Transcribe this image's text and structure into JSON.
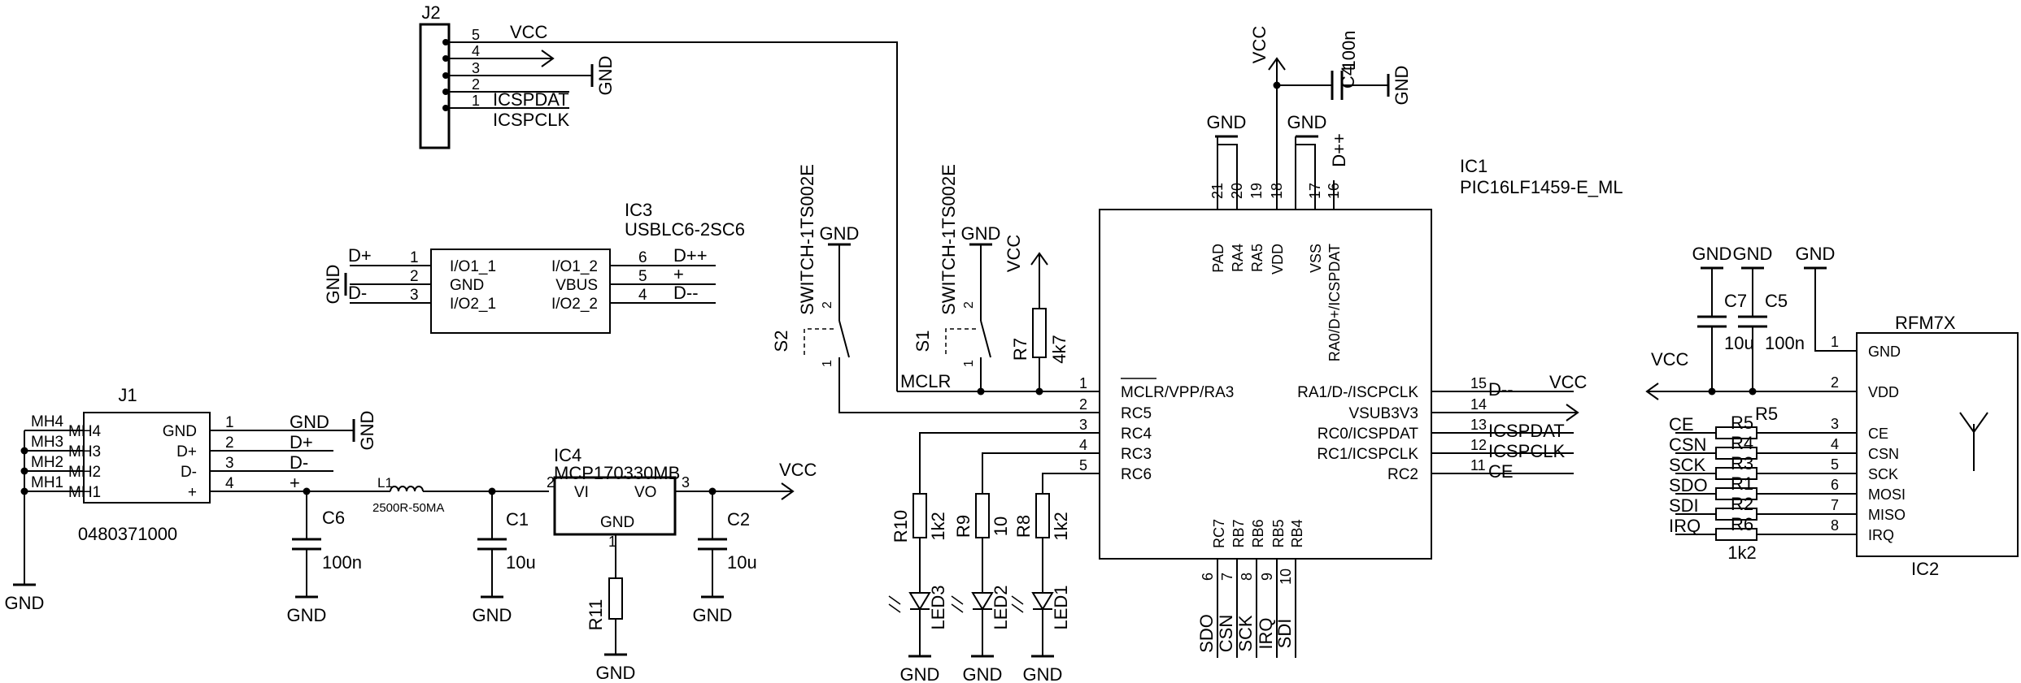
{
  "j2": {
    "name": "J2",
    "pins": [
      "5",
      "4",
      "3",
      "2",
      "1"
    ],
    "vcc": "VCC",
    "gnd": "GND",
    "icspdat": "ICSPDAT",
    "icspclk": "ICSPCLK"
  },
  "ic3": {
    "name": "IC3",
    "part": "USBLC6-2SC6",
    "left_pins": [
      {
        "num": "1",
        "name": "I/O1_1",
        "net": "D+"
      },
      {
        "num": "2",
        "name": "GND",
        "net": ""
      },
      {
        "num": "3",
        "name": "I/O2_1",
        "net": "D-"
      }
    ],
    "right_pins": [
      {
        "num": "6",
        "name": "I/O1_2",
        "net": "D++"
      },
      {
        "num": "5",
        "name": "VBUS",
        "net": "+"
      },
      {
        "num": "4",
        "name": "I/O2_2",
        "net": "D--"
      }
    ],
    "gnd": "GND"
  },
  "j1": {
    "name": "J1",
    "part": "0480371000",
    "outside": [
      "MH4",
      "MH3",
      "MH2",
      "MH1"
    ],
    "inside": [
      "MH4",
      "MH3",
      "MH2",
      "MH1"
    ],
    "pins": [
      {
        "name": "GND",
        "num": "1",
        "net": "GND"
      },
      {
        "name": "D+",
        "num": "2",
        "net": "D+"
      },
      {
        "name": "D-",
        "num": "3",
        "net": "D-"
      },
      {
        "name": "+",
        "num": "4",
        "net": "+"
      }
    ],
    "gnd": "GND"
  },
  "power": {
    "l1": "L1",
    "l1_value": "2500R-50MA",
    "c6": "C6",
    "c6_value": "100n",
    "c1": "C1",
    "c1_value": "10u",
    "c2": "C2",
    "c2_value": "10u",
    "vcc": "VCC",
    "gnd": "GND"
  },
  "ic4": {
    "name": "IC4",
    "part": "MCP170330MB",
    "vi": "VI",
    "vo": "VO",
    "gnd_label": "GND",
    "pin_vi": "2",
    "pin_vo": "3",
    "pin_gnd": "1",
    "r11": "R11",
    "gnd": "GND"
  },
  "switches": {
    "s2": {
      "name": "S2",
      "part": "SWITCH-1TS002E",
      "pin2": "2",
      "pin1": "1",
      "gnd": "GND"
    },
    "s1": {
      "name": "S1",
      "part": "SWITCH-1TS002E",
      "pin2": "2",
      "pin1": "1",
      "gnd": "GND"
    },
    "r7": "R7",
    "r7_value": "4k7",
    "vcc": "VCC",
    "mclr": "MCLR"
  },
  "leds": {
    "r10": "R10",
    "r10_value": "1k2",
    "r9": "R9",
    "r9_value": "10",
    "r8": "R8",
    "r8_value": "1k2",
    "led3": "LED3",
    "led2": "LED2",
    "led1": "LED1",
    "gnd": "GND"
  },
  "ic1": {
    "name": "IC1",
    "part": "PIC16LF1459-E_ML",
    "top_pins": [
      {
        "num": "21",
        "name": "PAD"
      },
      {
        "num": "20",
        "name": "RA4"
      },
      {
        "num": "19",
        "name": "RA5"
      },
      {
        "num": "18",
        "name": "VDD"
      },
      {
        "num": "17",
        "name": "VSS"
      },
      {
        "num": "16",
        "name": "RA0/D+/ICSPDAT"
      }
    ],
    "left_pins": [
      {
        "num": "1",
        "name": "MCLR/VPP/RA3"
      },
      {
        "num": "2",
        "name": "RC5"
      },
      {
        "num": "3",
        "name": "RC4"
      },
      {
        "num": "4",
        "name": "RC3"
      },
      {
        "num": "5",
        "name": "RC6"
      }
    ],
    "right_pins": [
      {
        "num": "15",
        "name": "RA1/D-/ISCPCLK",
        "net": "D--"
      },
      {
        "num": "14",
        "name": "VSUB3V3",
        "net": ""
      },
      {
        "num": "13",
        "name": "RC0/ICSPDAT",
        "net": "ICSPDAT"
      },
      {
        "num": "12",
        "name": "RC1/ICSPCLK",
        "net": "ICSPCLK"
      },
      {
        "num": "11",
        "name": "RC2",
        "net": "CE"
      }
    ],
    "bottom_pins": [
      {
        "num": "6",
        "name": "RC7",
        "net": "SDO"
      },
      {
        "num": "7",
        "name": "RB7",
        "net": "CSN"
      },
      {
        "num": "8",
        "name": "RB6",
        "net": "SCK"
      },
      {
        "num": "9",
        "name": "RB5",
        "net": "IRQ"
      },
      {
        "num": "10",
        "name": "RB4",
        "net": "SDI"
      }
    ],
    "gnd": "GND",
    "vcc": "VCC",
    "dpp": "D++",
    "right_vcc": "VCC"
  },
  "c4": {
    "name": "C4",
    "value": "100n",
    "vcc": "VCC",
    "gnd": "GND"
  },
  "rf": {
    "c7": "C7",
    "c7_value": "10u",
    "c5": "C5",
    "c5_value": "100n",
    "gnd": "GND",
    "vcc": "VCC",
    "r5": "R5",
    "r5_value": "1k2",
    "module": "RFM7X",
    "ic2": "IC2",
    "pins": [
      {
        "num": "1",
        "name": "GND",
        "net": "",
        "res": ""
      },
      {
        "num": "2",
        "name": "VDD",
        "net": "",
        "res": ""
      },
      {
        "num": "3",
        "name": "CE",
        "net": "CE",
        "res": "R5"
      },
      {
        "num": "4",
        "name": "CSN",
        "net": "CSN",
        "res": "R4"
      },
      {
        "num": "5",
        "name": "SCK",
        "net": "SCK",
        "res": "R3"
      },
      {
        "num": "6",
        "name": "MOSI",
        "net": "SDO",
        "res": "R1"
      },
      {
        "num": "7",
        "name": "MISO",
        "net": "SDI",
        "res": "R2"
      },
      {
        "num": "8",
        "name": "IRQ",
        "net": "IRQ",
        "res": "R6"
      }
    ]
  }
}
